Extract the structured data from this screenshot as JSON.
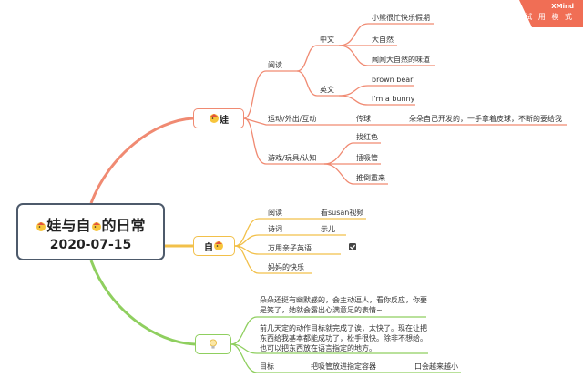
{
  "root": {
    "title_parts": [
      "娃与自",
      "的日常"
    ],
    "date": "2020-07-15"
  },
  "watermark": {
    "brand": "XMind",
    "label": "试 用 模 式"
  },
  "branch_wa": {
    "label": "娃",
    "reading": {
      "label": "阅读",
      "chinese": {
        "label": "中文",
        "items": [
          "小熊很忙快乐假期",
          "大自然",
          "闻闻大自然的味道"
        ]
      },
      "english": {
        "label": "英文",
        "items": [
          "brown bear",
          "I'm a bunny"
        ]
      }
    },
    "sport": {
      "label": "运动/外出/互动",
      "child": "传球",
      "note": "朵朵自己开发的，一手拿着皮球，不断的要给我"
    },
    "games": {
      "label": "游戏/玩具/认知",
      "items": [
        "找红色",
        "插吸管",
        "推倒重来"
      ]
    }
  },
  "branch_zi": {
    "label": "自",
    "items": [
      {
        "label": "阅读",
        "child": "看susan视频"
      },
      {
        "label": "诗词",
        "child": "示儿"
      },
      {
        "label": "万用亲子英语",
        "checked": true
      },
      {
        "label": "妈妈的快乐"
      }
    ]
  },
  "branch_idea": {
    "notes": [
      "朵朵还挺有幽默感的，会主动逗人，看你反应，你要是笑了，她就会露出心满意足的表情~",
      "前几天定的动作目标就完成了诶，太快了。现在让把东西给我基本都能成功了，松手很快。除非不想给。也可以把东西放在语言指定的地方。"
    ],
    "goal": {
      "label": "目标",
      "item": "把吸管放进指定容器",
      "note": "口会越来越小"
    }
  },
  "colors": {
    "wa": "#f08a72",
    "zi": "#f2c04a",
    "idea": "#8fcf5f",
    "root_border": "#4d5a6b",
    "badge": "#f06e55"
  }
}
